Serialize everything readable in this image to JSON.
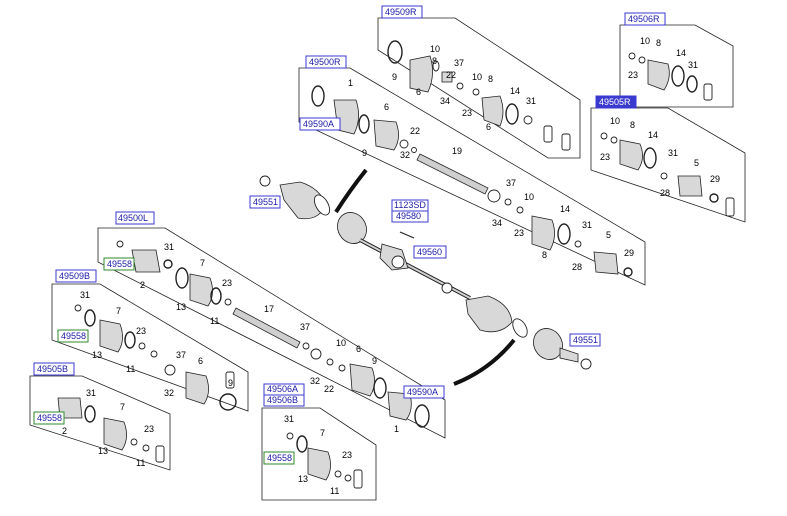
{
  "refs": {
    "r49509R": "49509R",
    "r49506R": "49506R",
    "r49500R": "49500R",
    "r49505R": "49505R",
    "r49590A_top": "49590A",
    "r49551_left": "49551",
    "r1123SD": "1123SD",
    "r49580": "49580",
    "r49560": "49560",
    "r49500L": "49500L",
    "r49558_a": "49558",
    "r49509B": "49509B",
    "r49558_b": "49558",
    "r49505B": "49505B",
    "r49558_c": "49558",
    "r49506A": "49506A",
    "r49506B": "49506B",
    "r49558_d": "49558",
    "r49590A_bottom": "49590A",
    "r49551_right": "49551"
  },
  "part_numbers": {
    "n1": "1",
    "n2": "2",
    "n5": "5",
    "n6": "6",
    "n7": "7",
    "n8": "8",
    "n9": "9",
    "n10": "10",
    "n11": "11",
    "n13": "13",
    "n14": "14",
    "n17": "17",
    "n19": "19",
    "n22": "22",
    "n23": "23",
    "n28": "28",
    "n29": "29",
    "n31": "31",
    "n32": "32",
    "n34": "34",
    "n37": "37"
  }
}
